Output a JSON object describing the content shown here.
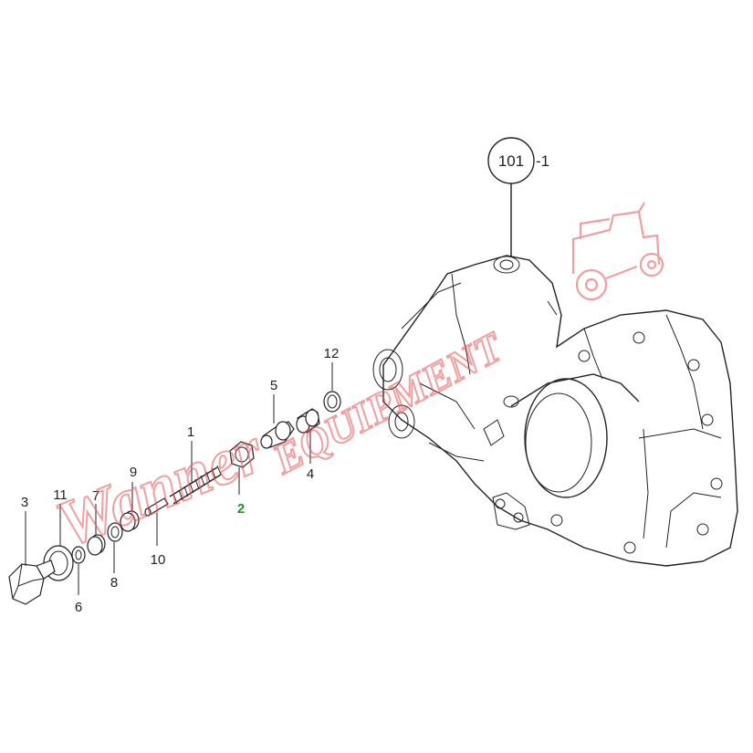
{
  "diagram": {
    "callout": {
      "label": "101",
      "suffix": "-1"
    },
    "parts": [
      {
        "id": "p1",
        "label": "1"
      },
      {
        "id": "p2",
        "label": "2",
        "highlight": true
      },
      {
        "id": "p3",
        "label": "3"
      },
      {
        "id": "p4",
        "label": "4"
      },
      {
        "id": "p5",
        "label": "5"
      },
      {
        "id": "p6",
        "label": "6"
      },
      {
        "id": "p7",
        "label": "7"
      },
      {
        "id": "p8",
        "label": "8"
      },
      {
        "id": "p9",
        "label": "9"
      },
      {
        "id": "p10",
        "label": "10"
      },
      {
        "id": "p11",
        "label": "11"
      },
      {
        "id": "p12",
        "label": "12"
      }
    ],
    "highlight_color": "#1a9a1a",
    "watermark": {
      "color": "#e85050",
      "text_left": "Wanner",
      "text_right": "EQUIPMENT"
    }
  }
}
